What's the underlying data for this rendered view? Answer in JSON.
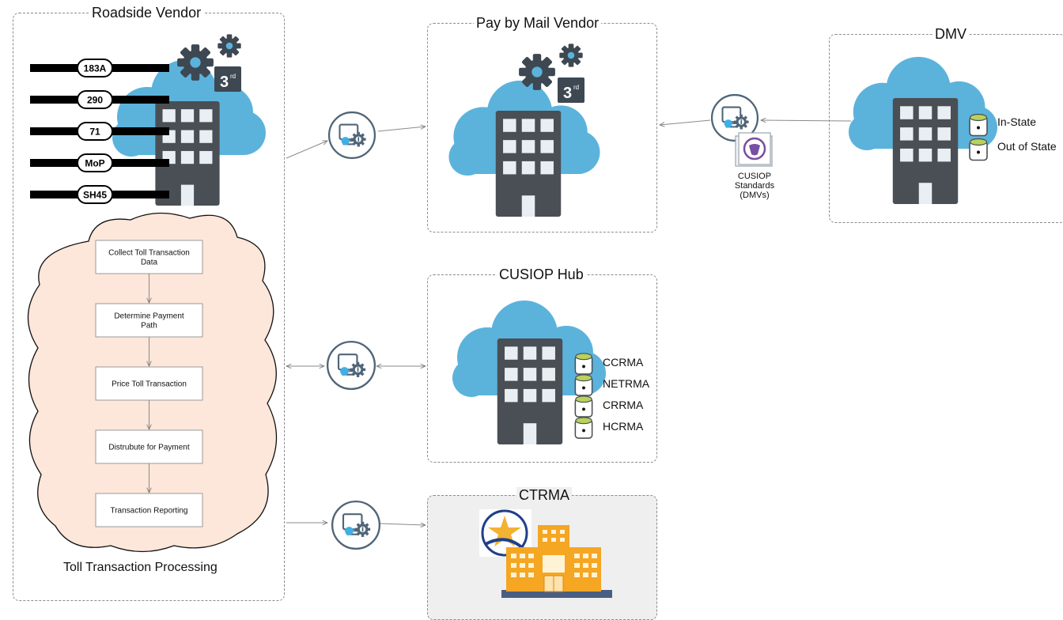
{
  "panels": {
    "roadside": "Roadside Vendor",
    "paybymail": "Pay by Mail Vendor",
    "dmv": "DMV",
    "hub": "CUSIOP Hub",
    "ctrma": "CTRMA"
  },
  "third_party_badge": {
    "main": "3",
    "sup": "rd"
  },
  "roads": [
    "183A",
    "290",
    "71",
    "MoP",
    "SH45"
  ],
  "process": {
    "caption": "Toll Transaction Processing",
    "steps": [
      [
        "Collect Toll Transaction",
        "Data"
      ],
      [
        "Determine Payment",
        "Path"
      ],
      [
        "Price Toll Transaction"
      ],
      [
        "Distrubute for Payment"
      ],
      [
        "Transaction Reporting"
      ]
    ]
  },
  "dmv_databases": [
    "In-State",
    "Out of State"
  ],
  "hub_databases": [
    "CCRMA",
    "NETRMA",
    "CRRMA",
    "HCRMA"
  ],
  "standards_label": [
    "CUSIOP",
    "Standards",
    "(DMVs)"
  ],
  "colors": {
    "cloud": "#5bb3dc",
    "building": "#4a4f55",
    "window": "#e9eef2",
    "gear": "#3d4852",
    "process_cloud": "#fde6da",
    "db_band": "#b9d25b",
    "ctrma_orange": "#f5a623",
    "ctrma_panel": "#efefef",
    "api_icon": "#4f6578",
    "api_dot": "#3fb0e6",
    "badge_purple": "#7a4ea3"
  }
}
